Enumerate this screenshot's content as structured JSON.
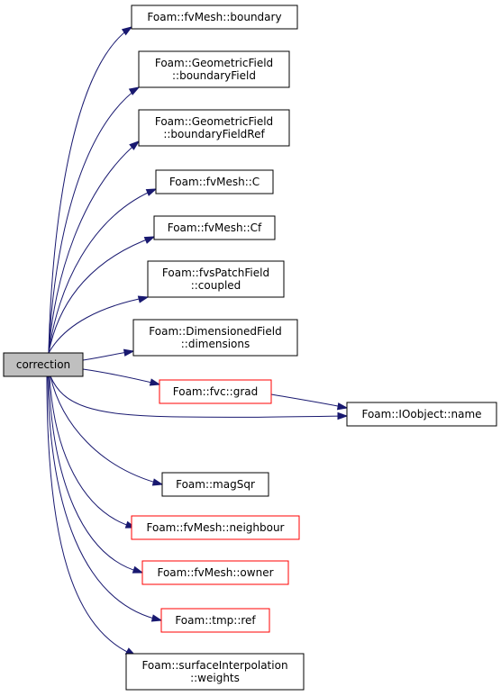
{
  "colors": {
    "edge": "#191970",
    "node_border": "#000000",
    "node_border_red": "#ff0000",
    "node_fill": "#ffffff",
    "root_fill": "#bfbfbf",
    "text": "#000000"
  },
  "nodes": [
    {
      "id": "correction",
      "lines": [
        "correction"
      ],
      "border": "black",
      "fill": "root",
      "clickable": false
    },
    {
      "id": "boundary",
      "lines": [
        "Foam::fvMesh::boundary"
      ],
      "border": "black",
      "fill": "white",
      "clickable": true
    },
    {
      "id": "boundaryField",
      "lines": [
        "Foam::GeometricField",
        "::boundaryField"
      ],
      "border": "black",
      "fill": "white",
      "clickable": true
    },
    {
      "id": "boundaryFieldRef",
      "lines": [
        "Foam::GeometricField",
        "::boundaryFieldRef"
      ],
      "border": "black",
      "fill": "white",
      "clickable": true
    },
    {
      "id": "C",
      "lines": [
        "Foam::fvMesh::C"
      ],
      "border": "black",
      "fill": "white",
      "clickable": true
    },
    {
      "id": "Cf",
      "lines": [
        "Foam::fvMesh::Cf"
      ],
      "border": "black",
      "fill": "white",
      "clickable": true
    },
    {
      "id": "coupled",
      "lines": [
        "Foam::fvsPatchField",
        "::coupled"
      ],
      "border": "black",
      "fill": "white",
      "clickable": true
    },
    {
      "id": "dimensions",
      "lines": [
        "Foam::DimensionedField",
        "::dimensions"
      ],
      "border": "black",
      "fill": "white",
      "clickable": true
    },
    {
      "id": "grad",
      "lines": [
        "Foam::fvc::grad"
      ],
      "border": "red",
      "fill": "white",
      "clickable": true
    },
    {
      "id": "name",
      "lines": [
        "Foam::IOobject::name"
      ],
      "border": "black",
      "fill": "white",
      "clickable": true
    },
    {
      "id": "magSqr",
      "lines": [
        "Foam::magSqr"
      ],
      "border": "black",
      "fill": "white",
      "clickable": true
    },
    {
      "id": "neighbour",
      "lines": [
        "Foam::fvMesh::neighbour"
      ],
      "border": "red",
      "fill": "white",
      "clickable": true
    },
    {
      "id": "owner",
      "lines": [
        "Foam::fvMesh::owner"
      ],
      "border": "red",
      "fill": "white",
      "clickable": true
    },
    {
      "id": "ref",
      "lines": [
        "Foam::tmp::ref"
      ],
      "border": "red",
      "fill": "white",
      "clickable": true
    },
    {
      "id": "weights",
      "lines": [
        "Foam::surfaceInterpolation",
        "::weights"
      ],
      "border": "black",
      "fill": "white",
      "clickable": true
    }
  ],
  "edges": [
    {
      "from": "correction",
      "to": "boundary"
    },
    {
      "from": "correction",
      "to": "boundaryField"
    },
    {
      "from": "correction",
      "to": "boundaryFieldRef"
    },
    {
      "from": "correction",
      "to": "C"
    },
    {
      "from": "correction",
      "to": "Cf"
    },
    {
      "from": "correction",
      "to": "coupled"
    },
    {
      "from": "correction",
      "to": "dimensions"
    },
    {
      "from": "correction",
      "to": "grad"
    },
    {
      "from": "correction",
      "to": "name"
    },
    {
      "from": "grad",
      "to": "name"
    },
    {
      "from": "correction",
      "to": "magSqr"
    },
    {
      "from": "correction",
      "to": "neighbour"
    },
    {
      "from": "correction",
      "to": "owner"
    },
    {
      "from": "correction",
      "to": "ref"
    },
    {
      "from": "correction",
      "to": "weights"
    }
  ]
}
